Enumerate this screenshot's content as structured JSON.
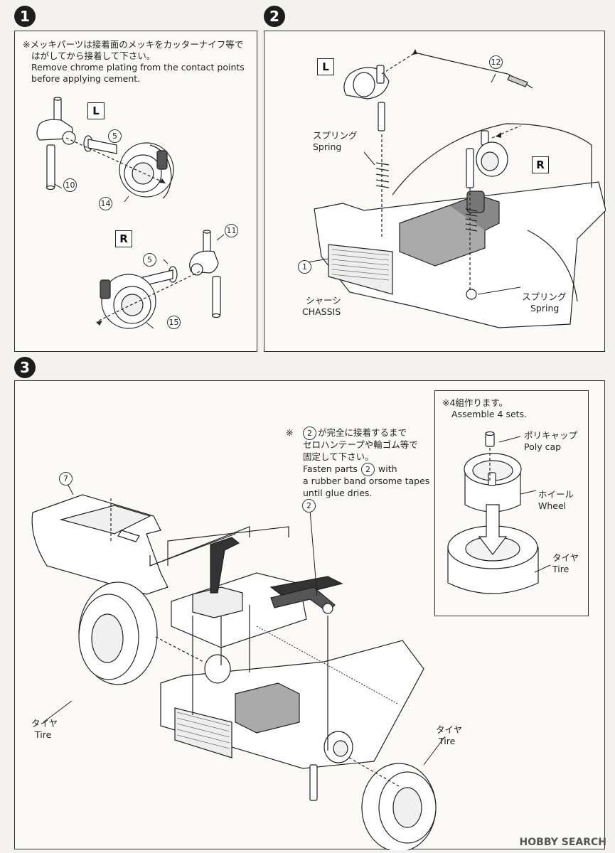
{
  "steps": [
    {
      "badge": "1"
    },
    {
      "badge": "2"
    },
    {
      "badge": "3"
    }
  ],
  "step1": {
    "note_ja_1": "※メッキパーツは接着面のメッキをカッターナイフ等で",
    "note_ja_2": "はがしてから接着して下さい。",
    "note_en_1": "Remove chrome plating from the contact points",
    "note_en_2": "before applying cement.",
    "side_l": "L",
    "side_r": "R",
    "parts": {
      "p5a": "5",
      "p10": "10",
      "p14": "14",
      "p5b": "5",
      "p11": "11",
      "p15": "15"
    }
  },
  "step2": {
    "side_l": "L",
    "side_r": "R",
    "spring_ja": "スプリング",
    "spring_en": "Spring",
    "spring2_ja": "スプリング",
    "spring2_en": "Spring",
    "chassis_ja": "シャーシ",
    "chassis_en": "CHASSIS",
    "parts": {
      "p12": "12",
      "p1": "1"
    }
  },
  "step3": {
    "note_ja_1": "※",
    "note_ja_1b": "が完全に接着するまで",
    "note_ja_2": "セロハンテープや輪ゴム等で",
    "note_ja_3": "固定して下さい。",
    "note_en_1": "Fasten parts",
    "note_en_1b": "with",
    "note_en_2": "a rubber band orsome tapes",
    "note_en_3": "until glue dries.",
    "tire_left_ja": "タイヤ",
    "tire_left_en": "Tire",
    "tire_right_ja": "タイヤ",
    "tire_right_en": "Tire",
    "parts": {
      "p7": "7",
      "p2a": "2",
      "p2b": "2",
      "p2c": "2"
    },
    "inset": {
      "note_ja": "※4組作ります。",
      "note_en": "Assemble 4 sets.",
      "polycap_ja": "ポリキャップ",
      "polycap_en": "Poly cap",
      "wheel_ja": "ホイール",
      "wheel_en": "Wheel",
      "tire_ja": "タイヤ",
      "tire_en": "Tire"
    }
  },
  "watermark": "HOBBY SEARCH",
  "colors": {
    "ink": "#222222",
    "paper": "#fbfaf7",
    "background": "#f4f2ee"
  }
}
